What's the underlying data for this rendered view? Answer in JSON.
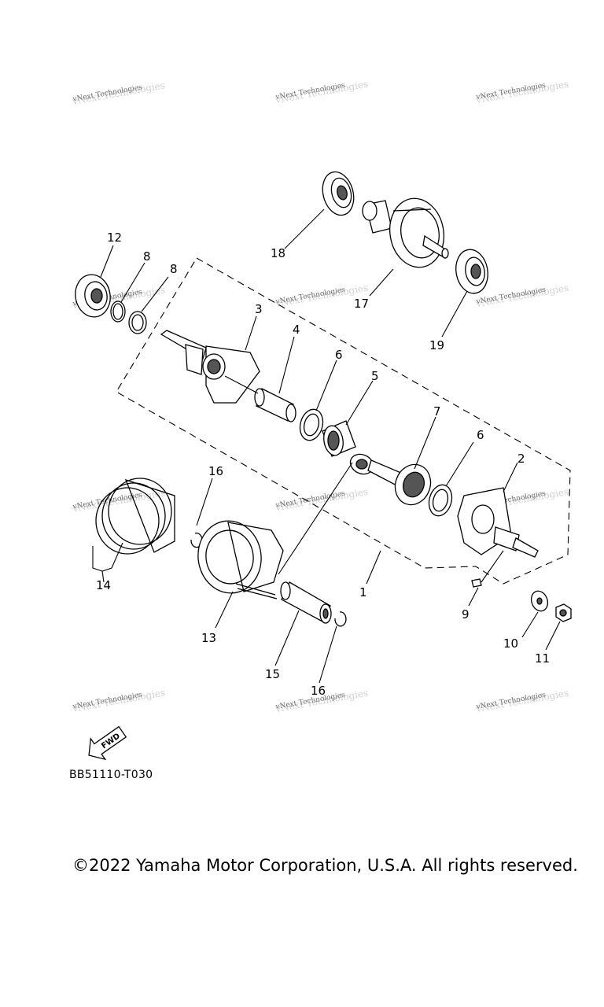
{
  "diagram": {
    "callouts": [
      {
        "id": "c1",
        "label": "1"
      },
      {
        "id": "c2",
        "label": "2"
      },
      {
        "id": "c3",
        "label": "3"
      },
      {
        "id": "c4",
        "label": "4"
      },
      {
        "id": "c5",
        "label": "5"
      },
      {
        "id": "c6a",
        "label": "6"
      },
      {
        "id": "c6b",
        "label": "6"
      },
      {
        "id": "c7",
        "label": "7"
      },
      {
        "id": "c8a",
        "label": "8"
      },
      {
        "id": "c8b",
        "label": "8"
      },
      {
        "id": "c9",
        "label": "9"
      },
      {
        "id": "c10",
        "label": "10"
      },
      {
        "id": "c11",
        "label": "11"
      },
      {
        "id": "c12",
        "label": "12"
      },
      {
        "id": "c13",
        "label": "13"
      },
      {
        "id": "c14",
        "label": "14"
      },
      {
        "id": "c15",
        "label": "15"
      },
      {
        "id": "c16a",
        "label": "16"
      },
      {
        "id": "c16b",
        "label": "16"
      },
      {
        "id": "c17",
        "label": "17"
      },
      {
        "id": "c18",
        "label": "18"
      },
      {
        "id": "c19",
        "label": "19"
      }
    ],
    "fwd_label": "FWD",
    "watermark_text": "vNext Technologies",
    "diagram_code": "BB51110-T030"
  },
  "footer": {
    "copyright": "©2022 Yamaha Motor Corporation, U.S.A. All rights reserved."
  }
}
